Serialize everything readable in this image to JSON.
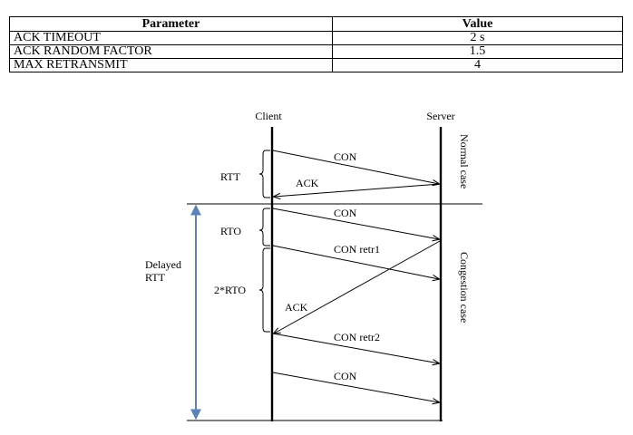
{
  "table": {
    "headers": [
      "Parameter",
      "Value"
    ],
    "rows": [
      {
        "parameter": "ACK TIMEOUT",
        "value": "2 s"
      },
      {
        "parameter": "ACK RANDOM FACTOR",
        "value": "1.5"
      },
      {
        "parameter": "MAX RETRANSMIT",
        "value": "4"
      }
    ]
  },
  "diagram": {
    "client_label": "Client",
    "server_label": "Server",
    "normal_case_label": "Normal case",
    "congestion_case_label": "Congestion case",
    "rtt_label": "RTT",
    "rto_label": "RTO",
    "two_rto_label": "2*RTO",
    "delayed_rtt_line1": "Delayed",
    "delayed_rtt_line2": "RTT",
    "messages": {
      "con_1": "CON",
      "ack_1": "ACK",
      "con_2": "CON",
      "con_retr1": "CON retr1",
      "ack_2": "ACK",
      "con_retr2": "CON retr2",
      "con_3": "CON"
    },
    "colors": {
      "line": "#000000",
      "delayed_arrow": "#5b82b8"
    }
  }
}
